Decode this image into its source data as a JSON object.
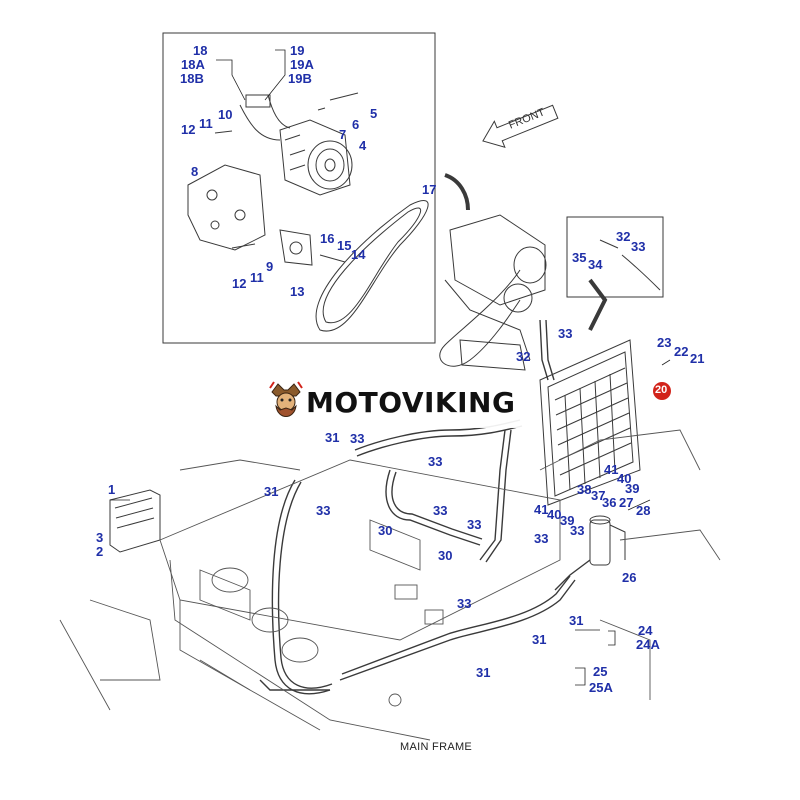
{
  "brand": {
    "name": "MOTOVIKING",
    "accent": "#d2231a"
  },
  "labels": {
    "front": "FRONT",
    "main_frame": "MAIN FRAME"
  },
  "colors": {
    "callout": "#1f2fa8",
    "line": "#333333"
  },
  "callouts": [
    {
      "id": "c18",
      "text": "18"
    },
    {
      "id": "c18a",
      "text": "18A"
    },
    {
      "id": "c18b",
      "text": "18B"
    },
    {
      "id": "c19",
      "text": "19"
    },
    {
      "id": "c19a",
      "text": "19A"
    },
    {
      "id": "c19b",
      "text": "19B"
    },
    {
      "id": "c10",
      "text": "10"
    },
    {
      "id": "c12a",
      "text": "12"
    },
    {
      "id": "c11a",
      "text": "11"
    },
    {
      "id": "c5",
      "text": "5"
    },
    {
      "id": "c6",
      "text": "6"
    },
    {
      "id": "c7",
      "text": "7"
    },
    {
      "id": "c4",
      "text": "4"
    },
    {
      "id": "c8",
      "text": "8"
    },
    {
      "id": "c17",
      "text": "17"
    },
    {
      "id": "c16",
      "text": "16"
    },
    {
      "id": "c15",
      "text": "15"
    },
    {
      "id": "c14",
      "text": "14"
    },
    {
      "id": "c9",
      "text": "9"
    },
    {
      "id": "c11b",
      "text": "11"
    },
    {
      "id": "c12b",
      "text": "12"
    },
    {
      "id": "c13",
      "text": "13"
    },
    {
      "id": "c32a",
      "text": "32"
    },
    {
      "id": "c33a",
      "text": "33"
    },
    {
      "id": "c35",
      "text": "35"
    },
    {
      "id": "c34",
      "text": "34"
    },
    {
      "id": "c33b",
      "text": "33"
    },
    {
      "id": "c32b",
      "text": "32"
    },
    {
      "id": "c23",
      "text": "23"
    },
    {
      "id": "c22",
      "text": "22"
    },
    {
      "id": "c21",
      "text": "21"
    },
    {
      "id": "c20",
      "text": "20"
    },
    {
      "id": "c31a",
      "text": "31"
    },
    {
      "id": "c33c",
      "text": "33"
    },
    {
      "id": "c33d",
      "text": "33"
    },
    {
      "id": "c1",
      "text": "1"
    },
    {
      "id": "c31b",
      "text": "31"
    },
    {
      "id": "c33e",
      "text": "33"
    },
    {
      "id": "c33f",
      "text": "33"
    },
    {
      "id": "c41a",
      "text": "41"
    },
    {
      "id": "c40a",
      "text": "40"
    },
    {
      "id": "c39a",
      "text": "39"
    },
    {
      "id": "c38",
      "text": "38"
    },
    {
      "id": "c37",
      "text": "37"
    },
    {
      "id": "c36",
      "text": "36"
    },
    {
      "id": "c27",
      "text": "27"
    },
    {
      "id": "c28",
      "text": "28"
    },
    {
      "id": "c3",
      "text": "3"
    },
    {
      "id": "c2",
      "text": "2"
    },
    {
      "id": "c30a",
      "text": "30"
    },
    {
      "id": "c33g",
      "text": "33"
    },
    {
      "id": "c41b",
      "text": "41"
    },
    {
      "id": "c40b",
      "text": "40"
    },
    {
      "id": "c39b",
      "text": "39"
    },
    {
      "id": "c33h",
      "text": "33"
    },
    {
      "id": "c33i",
      "text": "33"
    },
    {
      "id": "c30b",
      "text": "30"
    },
    {
      "id": "c26",
      "text": "26"
    },
    {
      "id": "c33j",
      "text": "33"
    },
    {
      "id": "c31c",
      "text": "31"
    },
    {
      "id": "c31d",
      "text": "31"
    },
    {
      "id": "c24",
      "text": "24"
    },
    {
      "id": "c24a",
      "text": "24A"
    },
    {
      "id": "c31e",
      "text": "31"
    },
    {
      "id": "c25",
      "text": "25"
    },
    {
      "id": "c25a",
      "text": "25A"
    }
  ]
}
